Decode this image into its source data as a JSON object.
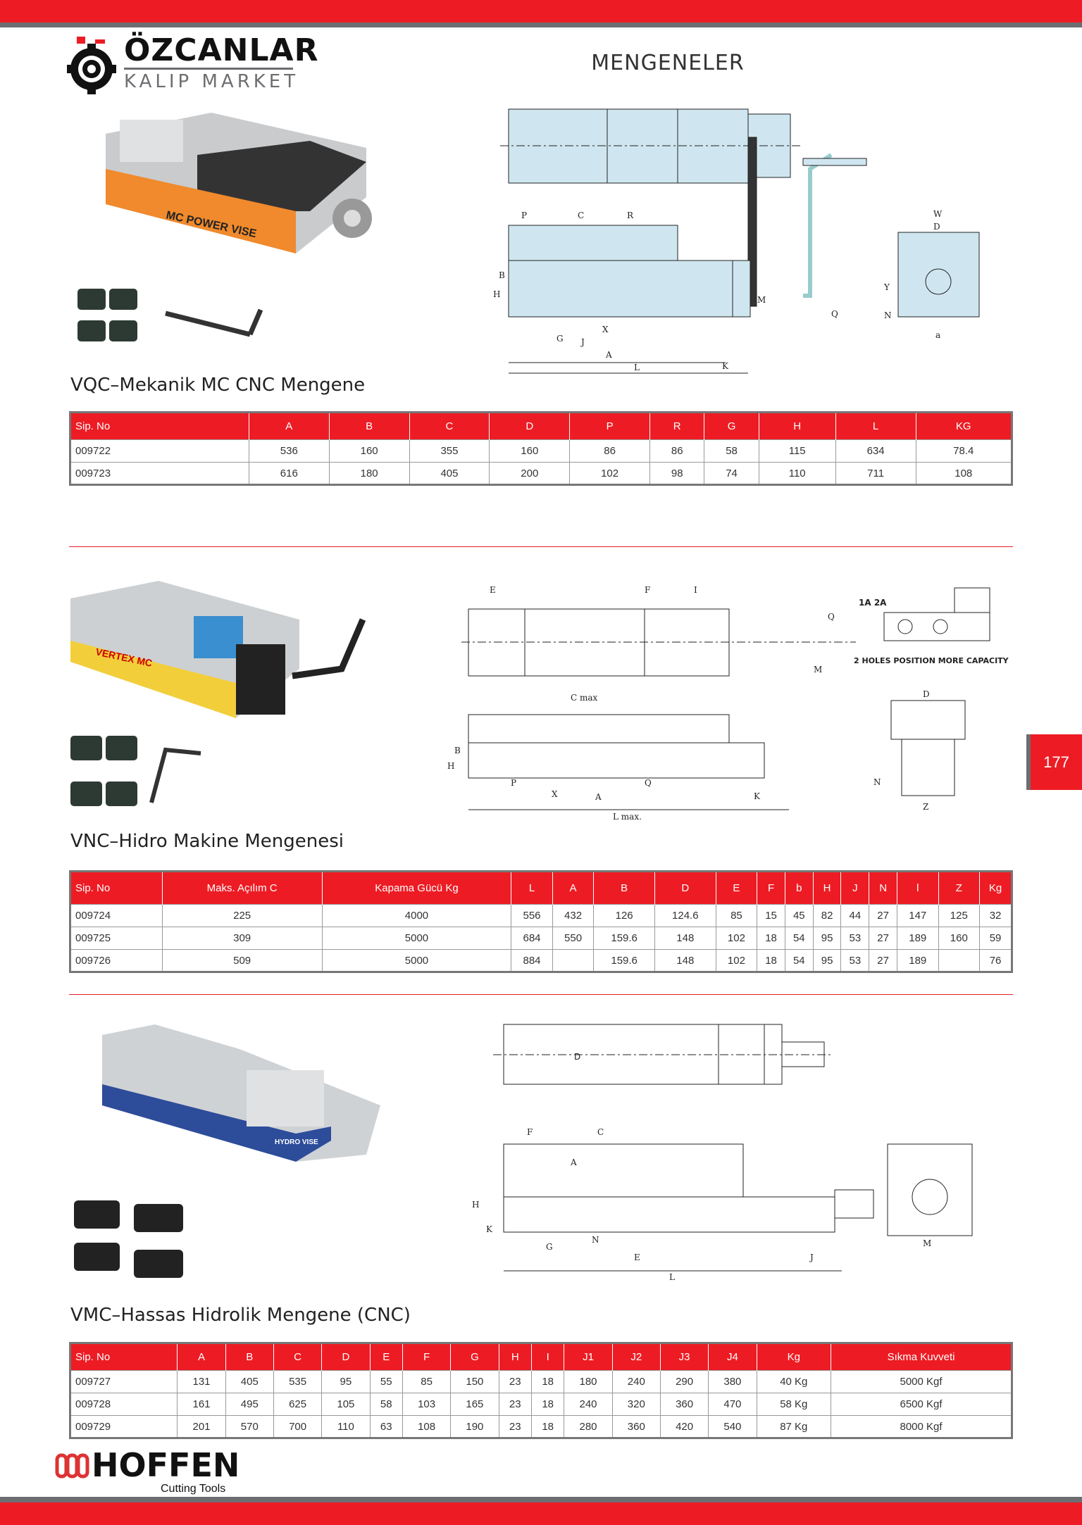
{
  "header": {
    "brand_name": "ÖZCANLAR",
    "brand_sub": "KALIP MARKET",
    "page_title": "MENGENELER"
  },
  "page_number": "177",
  "footer": {
    "brand": "HOFFEN",
    "tagline": "Cutting Tools"
  },
  "colors": {
    "accent": "#ed1c24",
    "gray": "#6d6e71"
  },
  "sections": [
    {
      "title": "VQC–Mekanik MC CNC Mengene",
      "photo_label": "MC POWER VISE",
      "headers": [
        "Sip. No",
        "A",
        "B",
        "C",
        "D",
        "P",
        "R",
        "G",
        "H",
        "L",
        "KG"
      ],
      "rows": [
        [
          "009722",
          "536",
          "160",
          "355",
          "160",
          "86",
          "86",
          "58",
          "115",
          "634",
          "78.4"
        ],
        [
          "009723",
          "616",
          "180",
          "405",
          "200",
          "102",
          "98",
          "74",
          "110",
          "711",
          "108"
        ]
      ]
    },
    {
      "title": "VNC–Hidro Makine Mengenesi",
      "photo_label": "VERTEX MC",
      "drawing_note": "2 HOLES POSITION MORE CAPACITY",
      "headers": [
        "Sip. No",
        "Maks. Açılım C",
        "Kapama Gücü Kg",
        "L",
        "A",
        "B",
        "D",
        "E",
        "F",
        "b",
        "H",
        "J",
        "N",
        "l",
        "Z",
        "Kg"
      ],
      "rows": [
        [
          "009724",
          "225",
          "4000",
          "556",
          "432",
          "126",
          "124.6",
          "85",
          "15",
          "45",
          "82",
          "44",
          "27",
          "147",
          "125",
          "32"
        ],
        [
          "009725",
          "309",
          "5000",
          "684",
          "550",
          "159.6",
          "148",
          "102",
          "18",
          "54",
          "95",
          "53",
          "27",
          "189",
          "160",
          "59"
        ],
        [
          "009726",
          "509",
          "5000",
          "884",
          "",
          "159.6",
          "148",
          "102",
          "18",
          "54",
          "95",
          "53",
          "27",
          "189",
          "",
          "76"
        ]
      ]
    },
    {
      "title": "VMC–Hassas Hidrolik Mengene (CNC)",
      "photo_label": "HYDRO VISE",
      "headers": [
        "Sip. No",
        "A",
        "B",
        "C",
        "D",
        "E",
        "F",
        "G",
        "H",
        "I",
        "J1",
        "J2",
        "J3",
        "J4",
        "Kg",
        "Sıkma Kuvveti"
      ],
      "rows": [
        [
          "009727",
          "131",
          "405",
          "535",
          "95",
          "55",
          "85",
          "150",
          "23",
          "18",
          "180",
          "240",
          "290",
          "380",
          "40 Kg",
          "5000 Kgf"
        ],
        [
          "009728",
          "161",
          "495",
          "625",
          "105",
          "58",
          "103",
          "165",
          "23",
          "18",
          "240",
          "320",
          "360",
          "470",
          "58 Kg",
          "6500 Kgf"
        ],
        [
          "009729",
          "201",
          "570",
          "700",
          "110",
          "63",
          "108",
          "190",
          "23",
          "18",
          "280",
          "360",
          "420",
          "540",
          "87 Kg",
          "8000 Kgf"
        ]
      ]
    }
  ]
}
